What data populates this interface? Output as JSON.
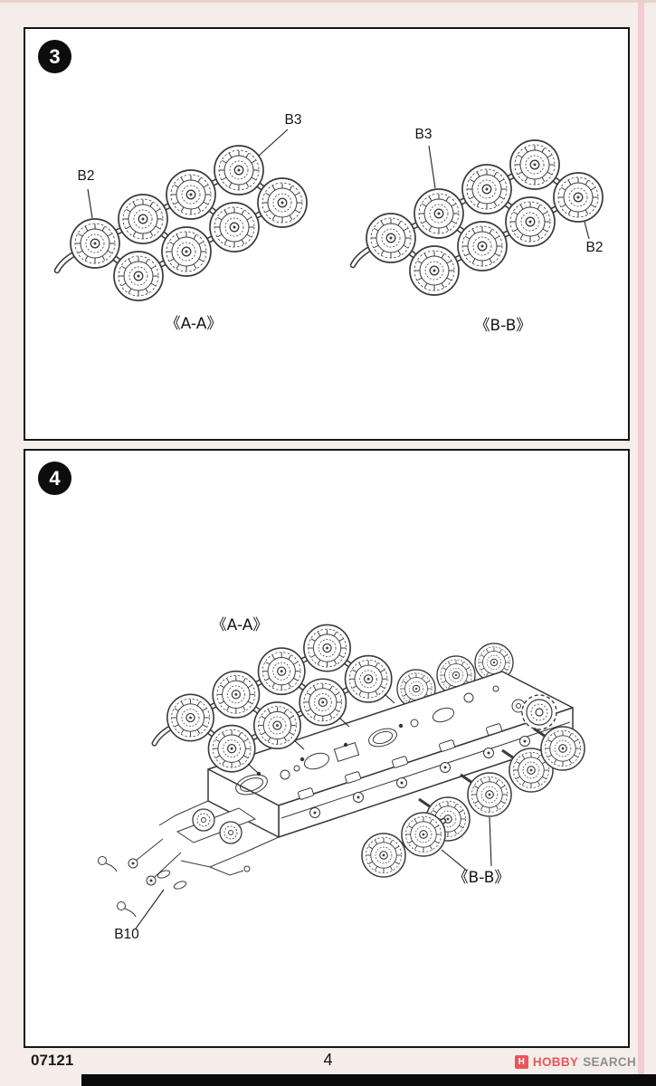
{
  "step3": {
    "number": "3",
    "left_assembly": {
      "label_b2": "B2",
      "label_b3": "B3",
      "caption": "《A-A》"
    },
    "right_assembly": {
      "label_b3": "B3",
      "label_b2": "B2",
      "caption": "《B-B》"
    }
  },
  "step4": {
    "number": "4",
    "caption_aa": "《A-A》",
    "caption_bb": "《B-B》",
    "label_b10": "B10"
  },
  "footer": {
    "kit_number": "07121",
    "page_number": "4",
    "brand": {
      "icon_letter": "H",
      "name_first": "HOBBY",
      "name_second": "SEARCH",
      "accent_color": "#e8565c",
      "text_color": "#8e8e8e"
    }
  }
}
